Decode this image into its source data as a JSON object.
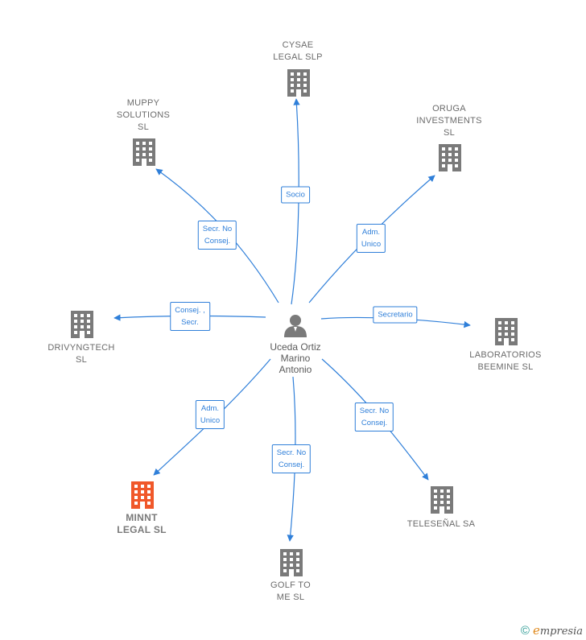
{
  "center": {
    "name": "Uceda Ortiz\nMarino\nAntonio",
    "icon": "person-icon"
  },
  "companies": [
    {
      "id": "cysae",
      "name": "CYSAE\nLEGAL  SLP",
      "color": "#7a7a7a"
    },
    {
      "id": "muppy",
      "name": "MUPPY\nSOLUTIONS\nSL",
      "color": "#7a7a7a"
    },
    {
      "id": "oruga",
      "name": "ORUGA\nINVESTMENTS\nSL",
      "color": "#7a7a7a"
    },
    {
      "id": "drivyngtech",
      "name": "DRIVYNGTECH\nSL",
      "color": "#7a7a7a"
    },
    {
      "id": "laboratorios",
      "name": "LABORATORIOS\nBEEMINE  SL",
      "color": "#7a7a7a"
    },
    {
      "id": "minnt",
      "name": "MINNT\nLEGAL  SL",
      "color": "#f0582a",
      "highlight": true
    },
    {
      "id": "telesenal",
      "name": "TELESEÑAL SA",
      "color": "#7a7a7a"
    },
    {
      "id": "golf",
      "name": "GOLF TO\nME  SL",
      "color": "#7a7a7a"
    }
  ],
  "relations": [
    {
      "to": "cysae",
      "label": "Socio"
    },
    {
      "to": "muppy",
      "label": "Secr.  No\nConsej."
    },
    {
      "to": "oruga",
      "label": "Adm.\nUnico"
    },
    {
      "to": "drivyngtech",
      "label": "Consej. ,\nSecr."
    },
    {
      "to": "laboratorios",
      "label": "Secretario"
    },
    {
      "to": "minnt",
      "label": "Adm.\nUnico"
    },
    {
      "to": "telesenal",
      "label": "Secr.  No\nConsej."
    },
    {
      "to": "golf",
      "label": "Secr.  No\nConsej."
    }
  ],
  "colors": {
    "edge": "#2f7fd9",
    "building": "#7a7a7a",
    "highlight": "#f0582a"
  },
  "brand": {
    "copyright": "©",
    "name_initial": "e",
    "name_rest": "mpresia"
  }
}
